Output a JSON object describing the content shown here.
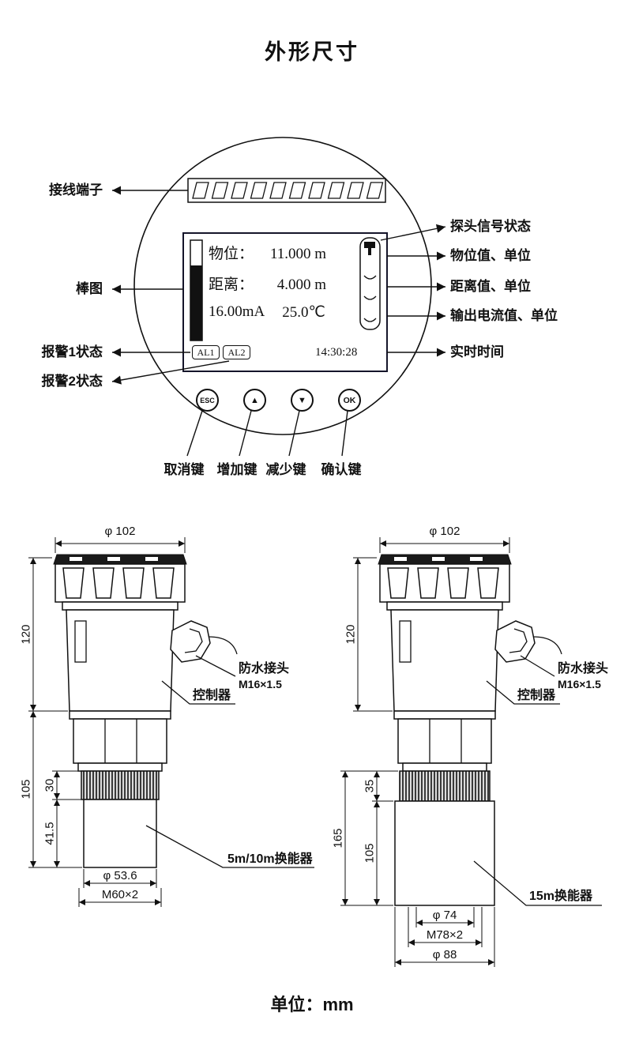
{
  "page": {
    "title": "外形尺寸",
    "unit_note": "单位：mm"
  },
  "panel": {
    "left_labels": {
      "terminal": "接线端子",
      "bargraph": "棒图",
      "alarm1": "报警1状态",
      "alarm2": "报警2状态"
    },
    "right_labels": {
      "probe_signal": "探头信号状态",
      "level": "物位值、单位",
      "distance": "距离值、单位",
      "current": "输出电流值、单位",
      "time": "实时时间"
    },
    "display": {
      "level_label": "物位：",
      "level_value": "11.000 m",
      "distance_label": "距离：",
      "distance_value": "4.000 m",
      "current": "16.00mA",
      "temperature": "25.0℃",
      "alarm1": "AL1",
      "alarm2": "AL2",
      "time": "14:30:28"
    },
    "buttons": {
      "esc": {
        "label": "ESC",
        "caption": "取消键"
      },
      "up": {
        "label": "▲",
        "caption": "增加键"
      },
      "down": {
        "label": "▼",
        "caption": "减少键"
      },
      "ok": {
        "label": "OK",
        "caption": "确认键"
      }
    }
  },
  "left_drawing": {
    "dia_top": "φ 102",
    "h_upper": "120",
    "h_lower": "105",
    "h_ring": "30",
    "h_probe": "41.5",
    "dia_probe": "φ 53.6",
    "thread": "M60×2",
    "gland": "防水接头",
    "gland_thread": "M16×1.5",
    "controller": "控制器",
    "transducer": "5m/10m换能器"
  },
  "right_drawing": {
    "dia_top": "φ 102",
    "h_upper": "120",
    "h_lower": "165",
    "h_ring": "35",
    "h_probe": "105",
    "dia_probe": "φ 74",
    "thread": "M78×2",
    "dia_outer": "φ 88",
    "gland": "防水接头",
    "gland_thread": "M16×1.5",
    "controller": "控制器",
    "transducer": "15m换能器"
  }
}
